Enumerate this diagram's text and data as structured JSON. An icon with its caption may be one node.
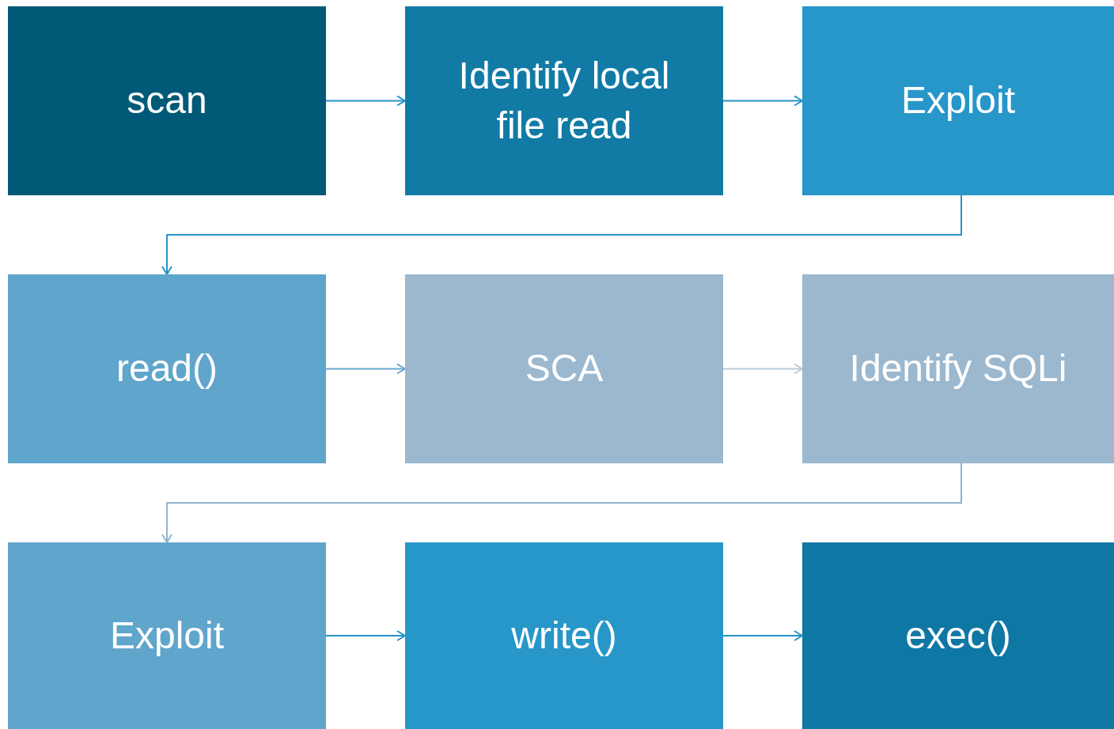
{
  "diagram": {
    "nodes": [
      {
        "text": [
          "scan"
        ]
      },
      {
        "text": [
          "Identify local file read"
        ]
      },
      {
        "text": [
          "Exploit"
        ]
      },
      {
        "text": [
          "read()"
        ]
      },
      {
        "text": [
          "SCA"
        ]
      },
      {
        "text": [
          "Identify SQLi"
        ]
      },
      {
        "text": [
          "Exploit"
        ]
      },
      {
        "text": [
          "write()"
        ]
      },
      {
        "text": [
          "exec()"
        ]
      }
    ],
    "edges": [
      {
        "from": 0,
        "to": 1,
        "arrow": "to"
      },
      {
        "from": 1,
        "to": 2,
        "arrow": "to"
      },
      {
        "from": 2,
        "to": 3,
        "arrow": "to"
      },
      {
        "from": 3,
        "to": 4,
        "arrow": "to",
        "color": "#6aa9cf"
      },
      {
        "from": 4,
        "to": 5,
        "arrow": "to",
        "color": "#b9cad8"
      },
      {
        "from": 5,
        "to": 6,
        "arrow": "to",
        "color": "#8fb3cf"
      },
      {
        "from": 6,
        "to": 7,
        "arrow": "to"
      },
      {
        "from": 7,
        "to": 8,
        "arrow": "to"
      }
    ]
  }
}
